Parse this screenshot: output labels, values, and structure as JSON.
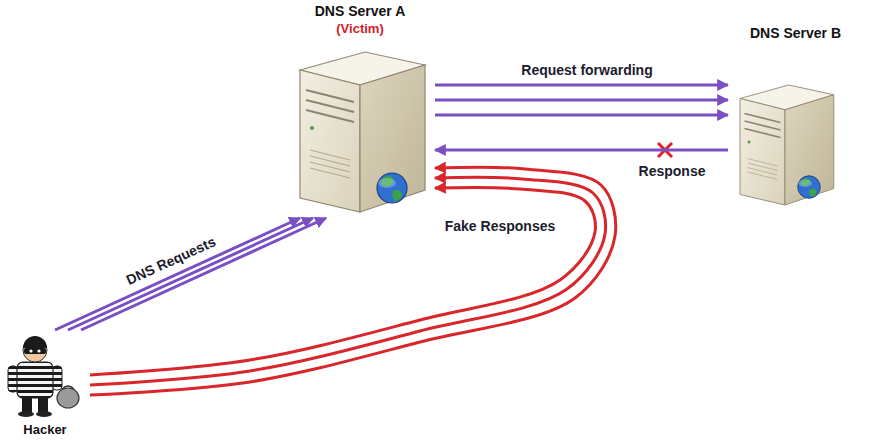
{
  "diagram": {
    "nodes": [
      {
        "text": [
          "DNS Server A",
          "(Victim)"
        ]
      },
      {
        "text": [
          "DNS Server B"
        ]
      },
      {
        "text": [
          "Hacker"
        ]
      }
    ],
    "edges": [
      {
        "from": 2,
        "to": 0,
        "arrow": "to",
        "label": "DNS Requests"
      },
      {
        "from": 2,
        "to": 0,
        "arrow": "to"
      },
      {
        "from": 2,
        "to": 0,
        "arrow": "to"
      },
      {
        "from": 0,
        "to": 1,
        "arrow": "to",
        "label": "Request forwarding"
      },
      {
        "from": 0,
        "to": 1,
        "arrow": "to"
      },
      {
        "from": 0,
        "to": 1,
        "arrow": "to"
      },
      {
        "from": 1,
        "to": 0,
        "arrow": "to",
        "label": "Response"
      },
      {
        "from": 2,
        "to": 0,
        "arrow": "to"
      },
      {
        "from": 2,
        "to": 0,
        "arrow": "to",
        "label": "Fake Responses"
      },
      {
        "from": 2,
        "to": 0,
        "arrow": "to"
      }
    ]
  }
}
